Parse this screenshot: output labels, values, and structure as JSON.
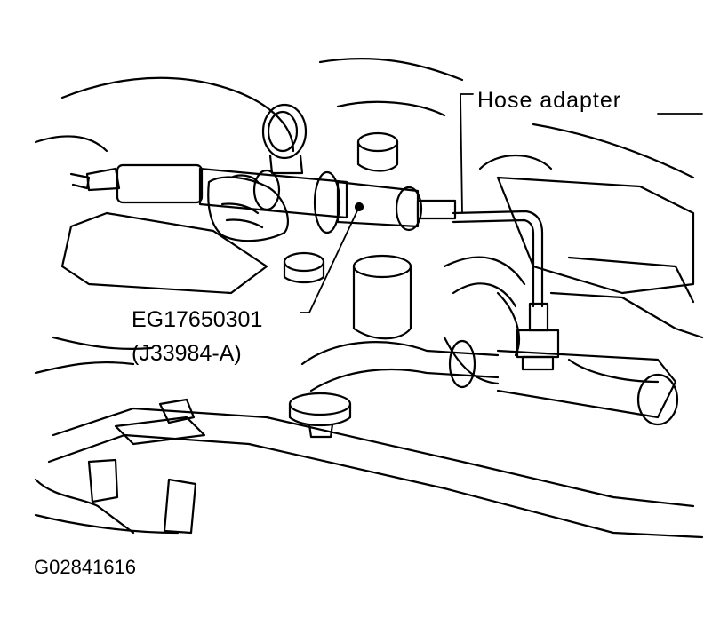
{
  "labels": {
    "hose_adapter": "Hose adapter",
    "part_number": "EG17650301",
    "tool_number": "(J33984-A)",
    "figure_id": "G02841616"
  },
  "colors": {
    "ink": "#000000",
    "paper": "#ffffff"
  }
}
